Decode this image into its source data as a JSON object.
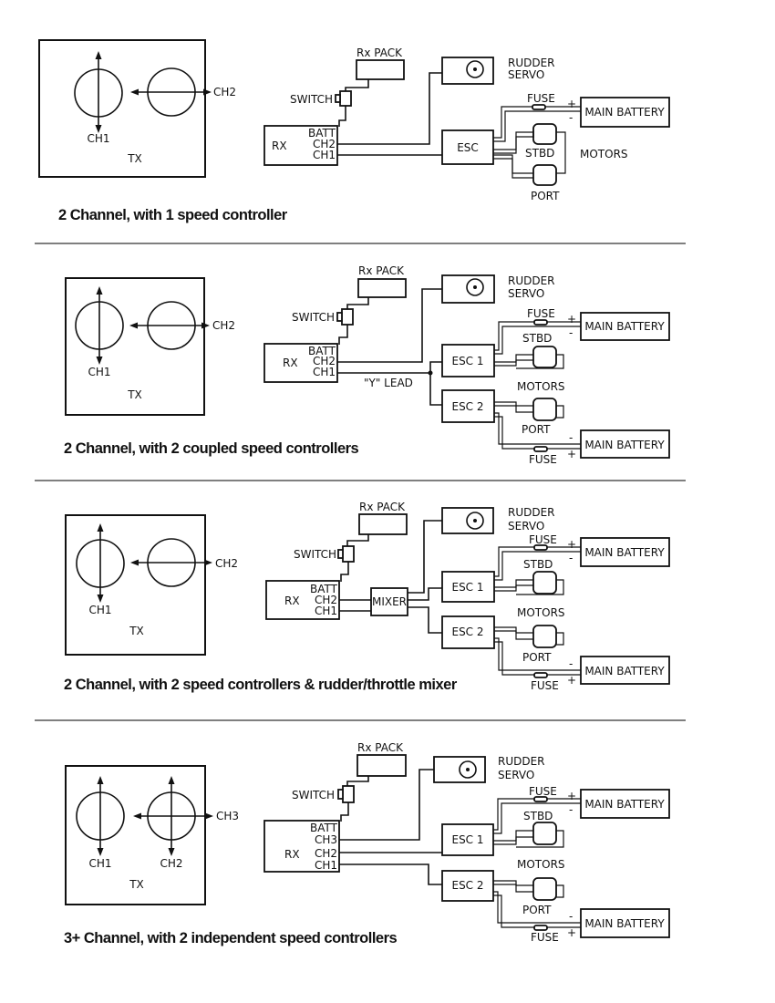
{
  "labels": {
    "tx": "TX",
    "rx": "RX",
    "rx_pack": "Rx PACK",
    "switch": "SWITCH",
    "batt": "BATT",
    "rudder": "RUDDER",
    "servo": "SERVO",
    "fuse": "FUSE",
    "main_battery": "MAIN BATTERY",
    "stbd": "STBD",
    "port": "PORT",
    "motors": "MOTORS",
    "esc": "ESC",
    "esc1": "ESC 1",
    "esc2": "ESC 2",
    "mixer": "MIXER",
    "y_lead": "\"Y\" LEAD",
    "plus": "+",
    "minus": "-",
    "ch1": "CH1",
    "ch2": "CH2",
    "ch3": "CH3"
  },
  "captions": [
    "2 Channel, with 1 speed controller",
    "2 Channel, with 2 coupled speed controllers",
    "2 Channel, with 2 speed controllers & rudder/throttle mixer",
    "3+ Channel, with 2 independent speed controllers"
  ]
}
